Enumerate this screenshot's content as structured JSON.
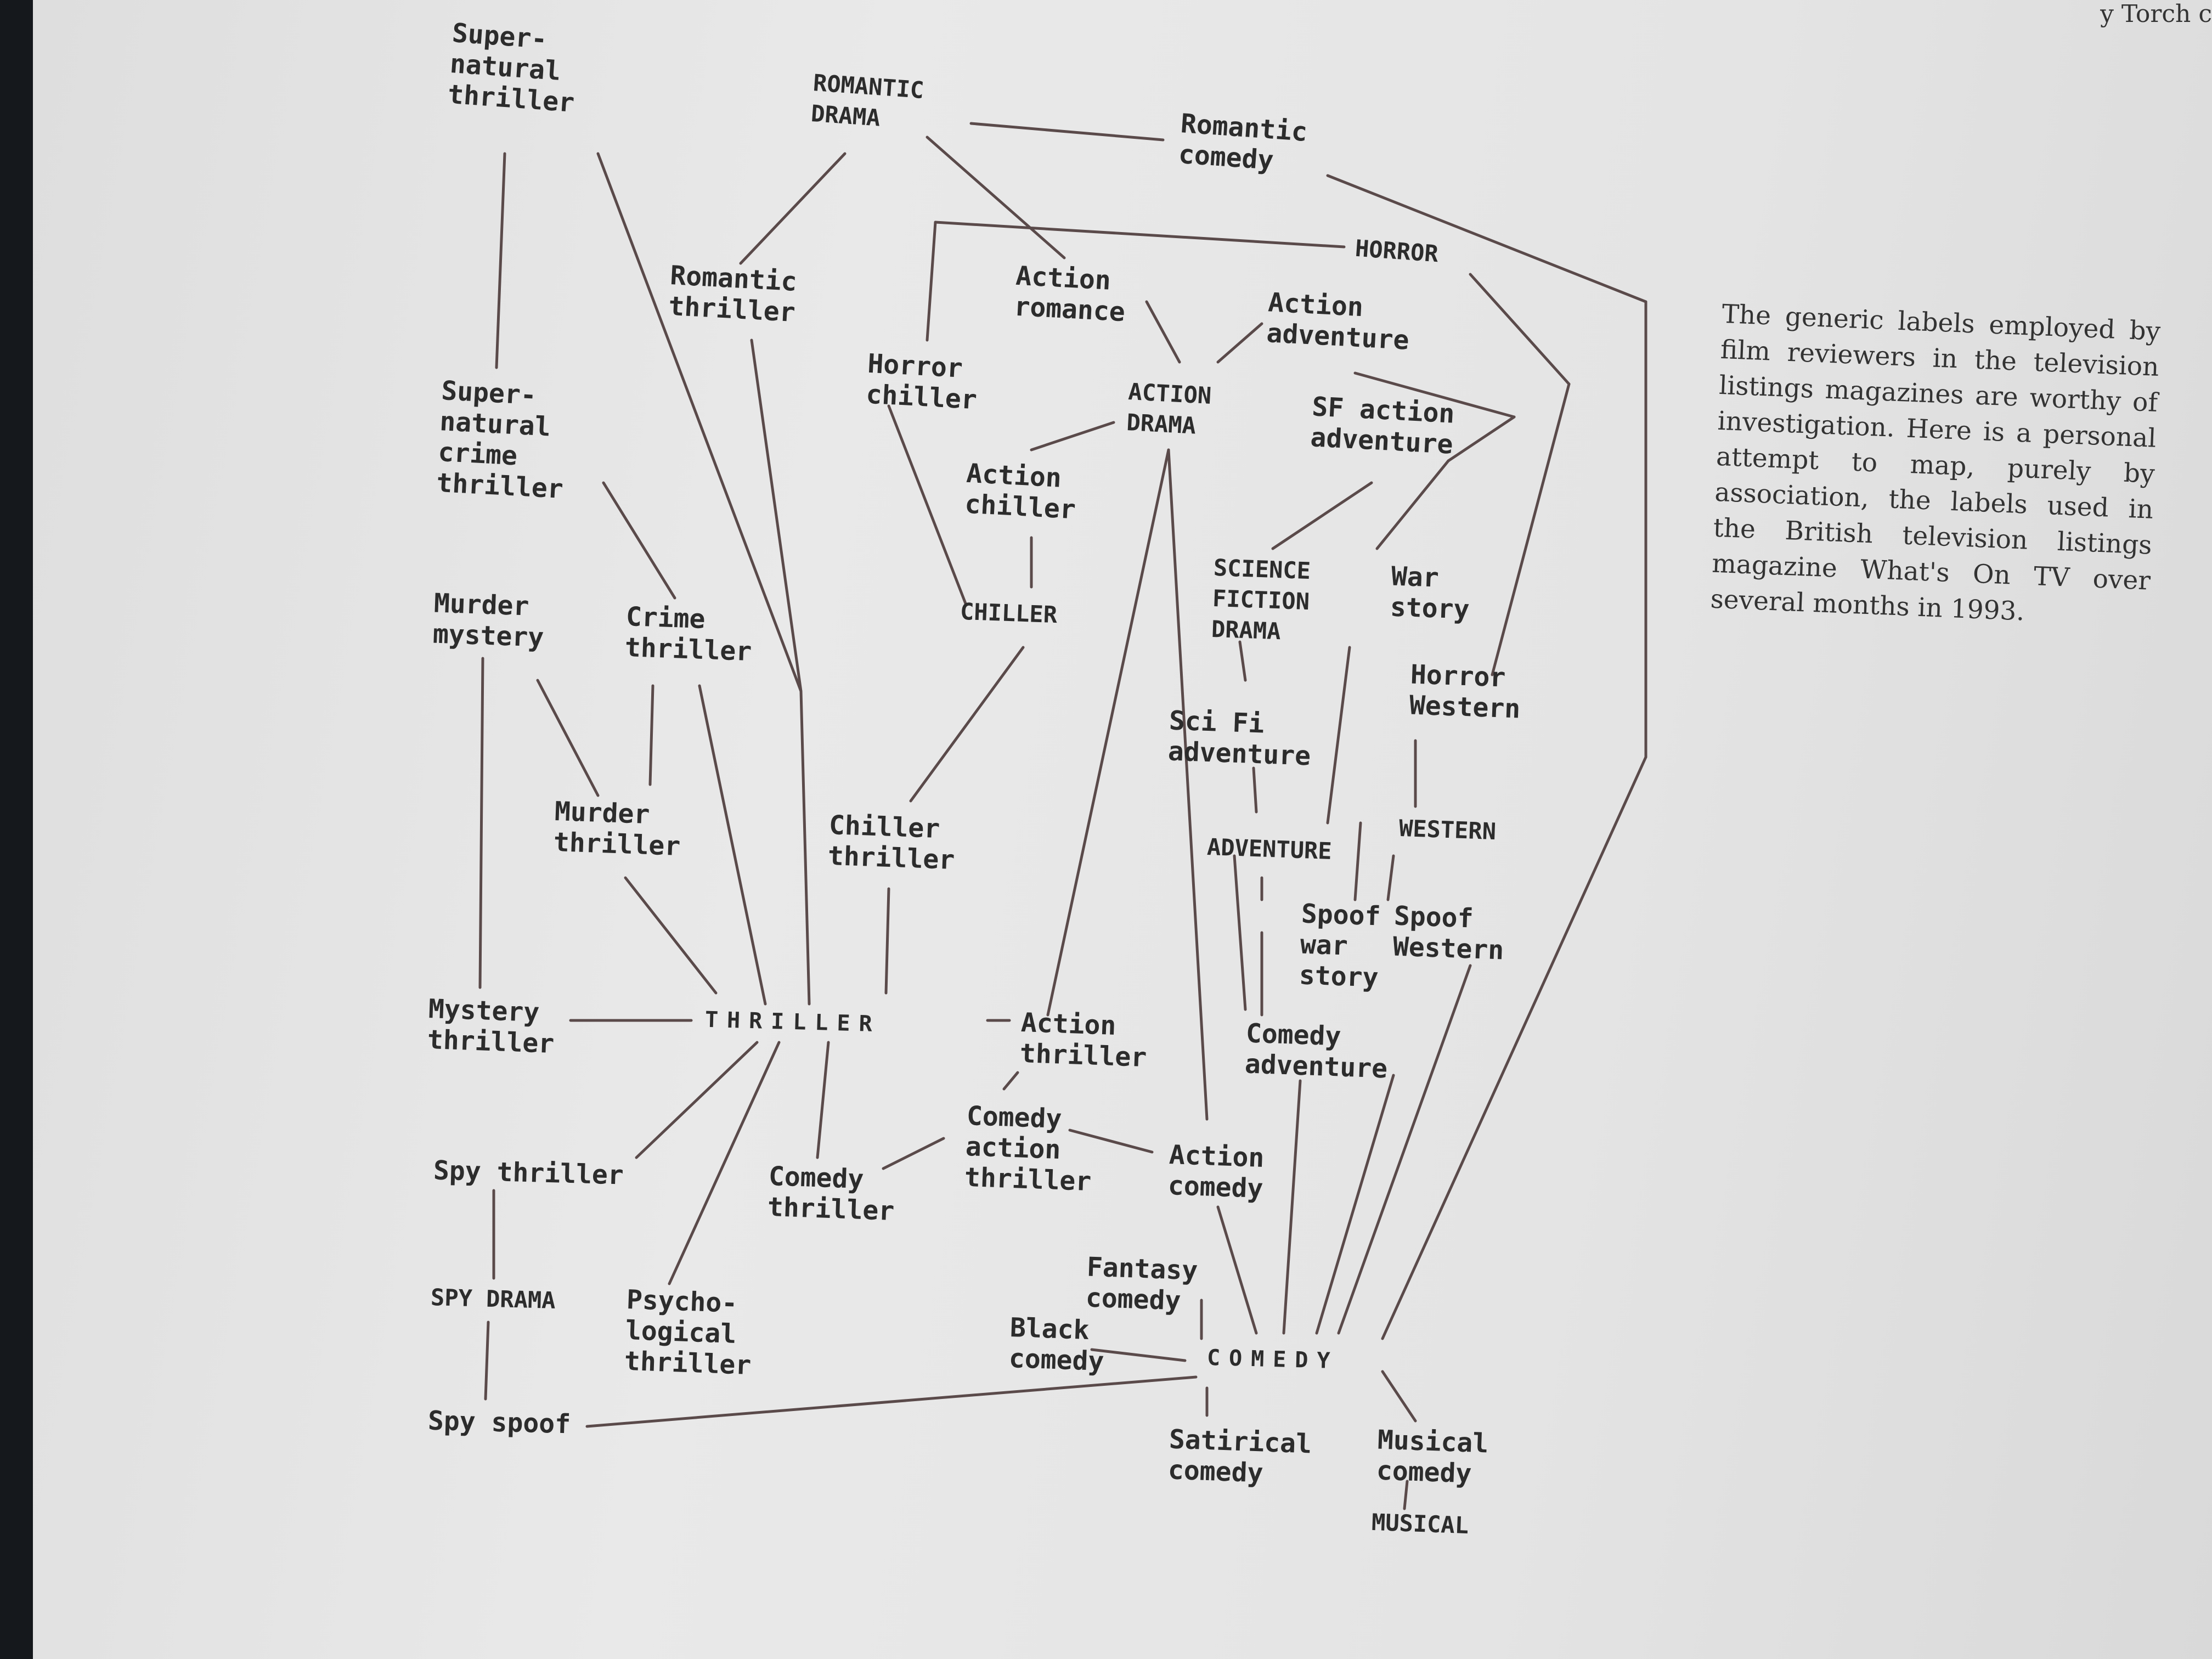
{
  "corner_text": "y Torch c",
  "caption": "The generic labels employed by film reviewers in the television listings magazines are worthy of investigation. Here is a personal attempt to map, purely by association, the labels used in the British television listings magazine What's On TV over several months in 1993.",
  "nodes": {
    "supernatural_thriller": "Super-\nnatural\nthriller",
    "romantic_drama": "ROMANTIC\nDRAMA",
    "romantic_comedy": "Romantic\ncomedy",
    "horror": "HORROR",
    "romantic_thriller": "Romantic\nthriller",
    "action_romance": "Action\nromance",
    "action_adventure": "Action\nadventure",
    "horror_chiller": "Horror\nchiller",
    "action_drama": "ACTION\nDRAMA",
    "sf_action_adventure": "SF action\nadventure",
    "supernatural_crime_thriller": "Super-\nnatural\ncrime\nthriller",
    "action_chiller": "Action\nchiller",
    "science_fiction_drama": "SCIENCE\nFICTION\nDRAMA",
    "war_story": "War\nstory",
    "murder_mystery": "Murder\nmystery",
    "crime_thriller": "Crime\nthriller",
    "chiller": "CHILLER",
    "horror_western": "Horror\nWestern",
    "scifi_adventure": "Sci Fi\nadventure",
    "murder_thriller": "Murder\nthriller",
    "chiller_thriller": "Chiller\nthriller",
    "adventure": "ADVENTURE",
    "western": "WESTERN",
    "spoof_war_story": "Spoof\nwar\nstory",
    "spoof_western": "Spoof\nWestern",
    "mystery_thriller": "Mystery\nthriller",
    "thriller": "THRILLER",
    "action_thriller": "Action\nthriller",
    "comedy_adventure": "Comedy\nadventure",
    "comedy_action_thriller": "Comedy\naction\nthriller",
    "action_comedy": "Action\ncomedy",
    "spy_thriller": "Spy thriller",
    "comedy_thriller": "Comedy\nthriller",
    "fantasy_comedy": "Fantasy\ncomedy",
    "spy_drama": "SPY DRAMA",
    "psychological_thriller": "Psycho-\nlogical\nthriller",
    "black_comedy": "Black\ncomedy",
    "comedy": "COMEDY",
    "spy_spoof": "Spy spoof",
    "satirical_comedy": "Satirical\ncomedy",
    "musical_comedy": "Musical\ncomedy",
    "musical": "MUSICAL"
  }
}
